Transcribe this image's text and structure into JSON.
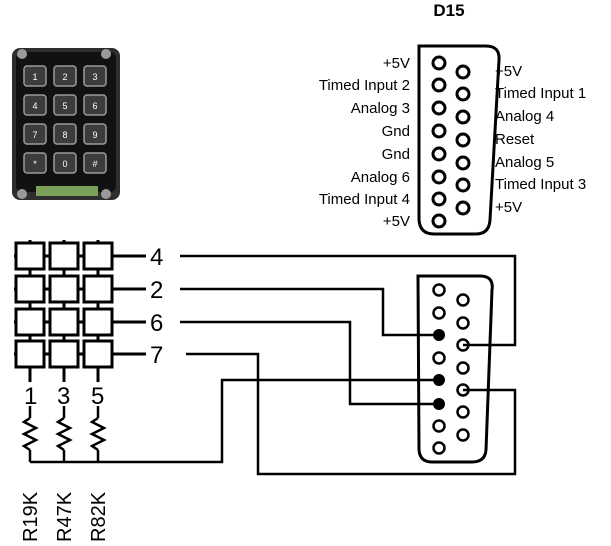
{
  "connector": {
    "title": "D15",
    "left_labels": [
      "+5V",
      "Timed Input 2",
      "Analog 3",
      "Gnd",
      "Gnd",
      "Analog 6",
      "Timed Input 4",
      "+5V"
    ],
    "right_labels": [
      "+5V",
      "Timed Input 1",
      "Analog 4",
      "Reset",
      "Analog 5",
      "Timed Input 3",
      "+5V"
    ]
  },
  "keypad_photo": {
    "keys": [
      "1",
      "2",
      "3",
      "4",
      "5",
      "6",
      "7",
      "8",
      "9",
      "*",
      "0",
      "#"
    ]
  },
  "wiring": {
    "row_labels": [
      "4",
      "2",
      "6",
      "7"
    ],
    "column_labels": [
      "1",
      "3",
      "5"
    ],
    "resistors": [
      "R19K",
      "R47K",
      "R82K"
    ]
  }
}
